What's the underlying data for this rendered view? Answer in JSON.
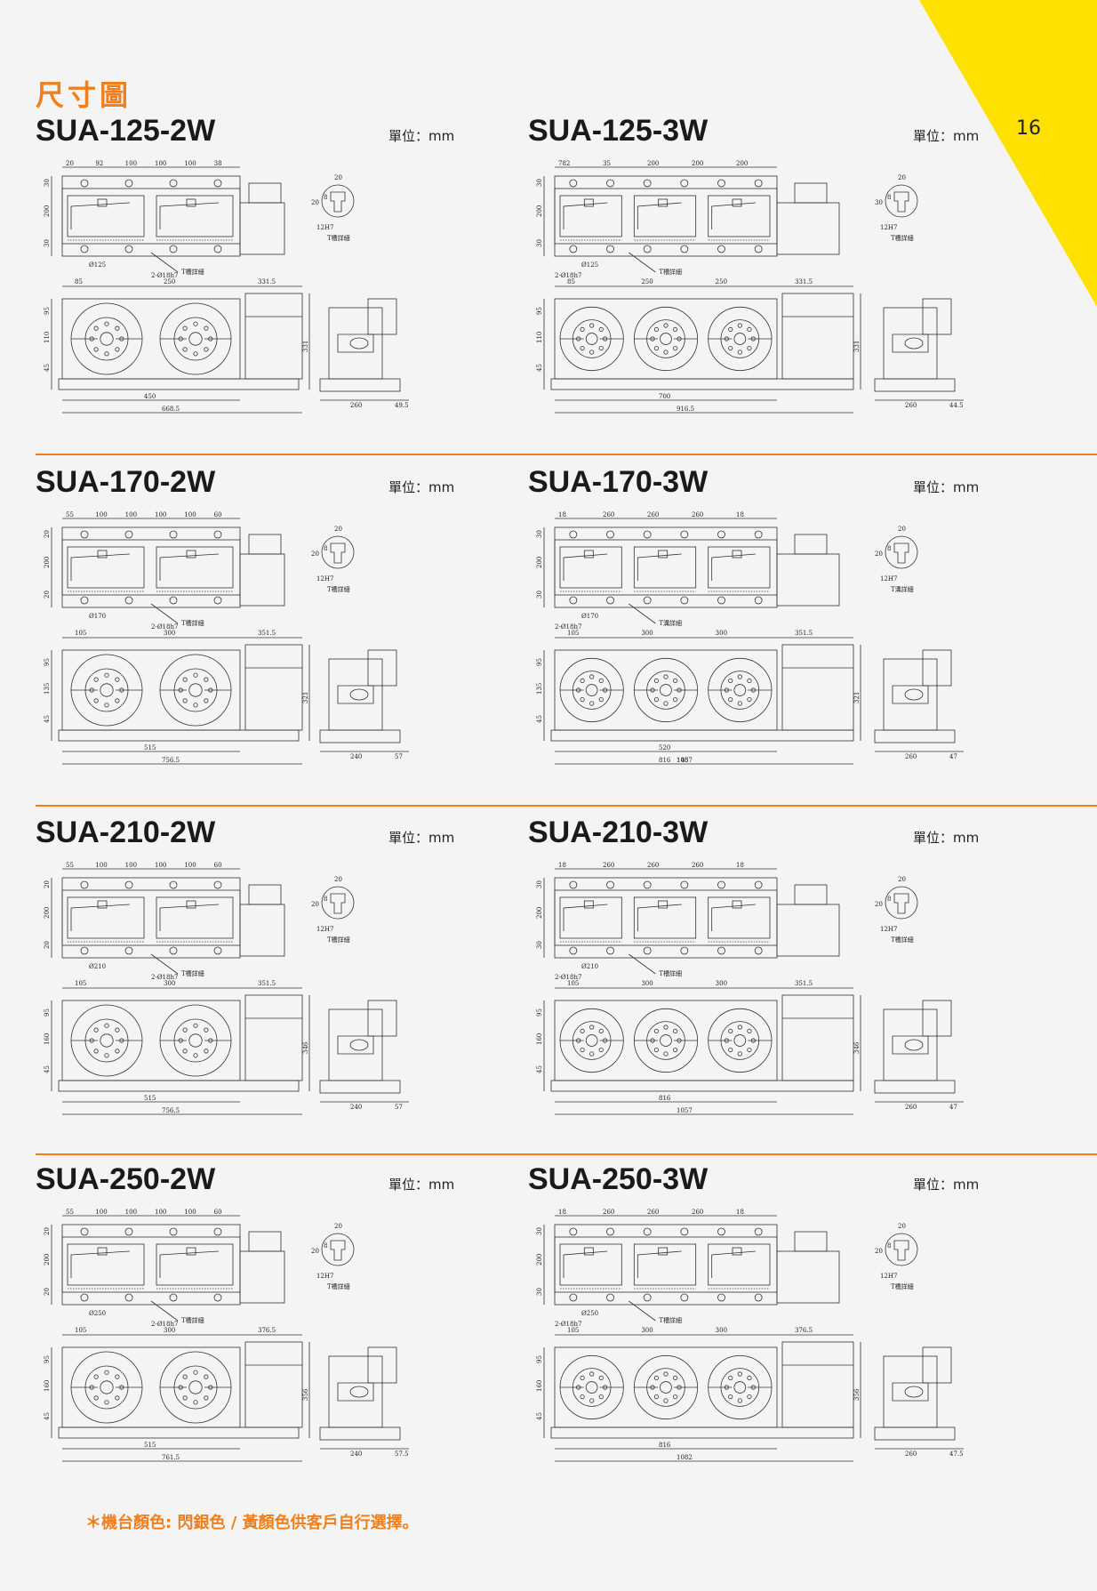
{
  "page": {
    "number": "16",
    "section_title": "尺寸圖",
    "accent_color": "#f07f1c",
    "corner_color": "#ffe100"
  },
  "models": [
    {
      "id": "SUA-125-2W",
      "unit": "單位：mm",
      "t_slot": "T槽詳細",
      "tenon": "2-Ø18h7",
      "dia": "Ø125",
      "top_dims": [
        "20",
        "92",
        "100",
        "100",
        "100",
        "38"
      ],
      "side_dims": [
        "30",
        "200",
        "30"
      ],
      "front_dims": [
        "85",
        "250",
        "331.5"
      ],
      "front_side": [
        "95",
        "110",
        "45"
      ],
      "bottom_dims": [
        "450",
        "668.5"
      ],
      "height": "331",
      "side_bottom": [
        "260",
        "49.5"
      ],
      "detail": [
        "20",
        "20",
        "8",
        "12H7"
      ]
    },
    {
      "id": "SUA-125-3W",
      "unit": "單位：mm",
      "t_slot": "T槽詳細",
      "tenon": "2-Ø18h7",
      "dia": "Ø125",
      "top_dims": [
        "782",
        "35",
        "200",
        "200",
        "200"
      ],
      "side_dims": [
        "30",
        "200",
        "30"
      ],
      "front_dims": [
        "85",
        "250",
        "250",
        "331.5"
      ],
      "front_side": [
        "95",
        "110",
        "45"
      ],
      "bottom_dims": [
        "700",
        "916.5"
      ],
      "height": "331",
      "side_bottom": [
        "260",
        "44.5"
      ],
      "detail": [
        "20",
        "30",
        "8",
        "12H7"
      ]
    },
    {
      "id": "SUA-170-2W",
      "unit": "單位：mm",
      "t_slot": "T槽詳細",
      "tenon": "2-Ø18h7",
      "dia": "Ø170",
      "top_dims": [
        "55",
        "100",
        "100",
        "100",
        "100",
        "60"
      ],
      "side_dims": [
        "20",
        "200",
        "20"
      ],
      "front_dims": [
        "105",
        "300",
        "351.5"
      ],
      "front_side": [
        "95",
        "135",
        "45"
      ],
      "bottom_dims": [
        "515",
        "756.5"
      ],
      "height": "321",
      "side_bottom": [
        "240",
        "57"
      ],
      "detail": [
        "20",
        "20",
        "8",
        "12H7"
      ]
    },
    {
      "id": "SUA-170-3W",
      "unit": "單位：mm",
      "t_slot": "T溝詳細",
      "tenon": "2-Ø18h7",
      "dia": "Ø170",
      "top_dims": [
        "18",
        "260",
        "260",
        "260",
        "18"
      ],
      "side_dims": [
        "30",
        "200",
        "30"
      ],
      "front_dims": [
        "105",
        "300",
        "300",
        "351.5"
      ],
      "front_side": [
        "95",
        "135",
        "45"
      ],
      "bottom_dims": [
        "520",
        "148",
        "816",
        "1057"
      ],
      "height": "321",
      "side_bottom": [
        "260",
        "47"
      ],
      "detail": [
        "20",
        "20",
        "8",
        "12H7"
      ]
    },
    {
      "id": "SUA-210-2W",
      "unit": "單位：mm",
      "t_slot": "T槽詳細",
      "tenon": "2-Ø18h7",
      "dia": "Ø210",
      "top_dims": [
        "55",
        "100",
        "100",
        "100",
        "100",
        "60"
      ],
      "side_dims": [
        "20",
        "200",
        "20"
      ],
      "front_dims": [
        "105",
        "300",
        "351.5"
      ],
      "front_side": [
        "95",
        "160",
        "45"
      ],
      "bottom_dims": [
        "515",
        "756.5"
      ],
      "height": "346",
      "side_bottom": [
        "240",
        "57"
      ],
      "detail": [
        "20",
        "20",
        "8",
        "12H7"
      ]
    },
    {
      "id": "SUA-210-3W",
      "unit": "單位：mm",
      "t_slot": "T槽詳細",
      "tenon": "2-Ø18h7",
      "dia": "Ø210",
      "top_dims": [
        "18",
        "260",
        "260",
        "260",
        "18"
      ],
      "side_dims": [
        "30",
        "200",
        "30"
      ],
      "front_dims": [
        "105",
        "300",
        "300",
        "351.5"
      ],
      "front_side": [
        "95",
        "160",
        "45"
      ],
      "bottom_dims": [
        "816",
        "1057"
      ],
      "height": "346",
      "side_bottom": [
        "260",
        "47"
      ],
      "detail": [
        "20",
        "20",
        "8",
        "12H7"
      ]
    },
    {
      "id": "SUA-250-2W",
      "unit": "單位：mm",
      "t_slot": "T槽詳細",
      "tenon": "2-Ø18h7",
      "dia": "Ø250",
      "top_dims": [
        "55",
        "100",
        "100",
        "100",
        "100",
        "60"
      ],
      "side_dims": [
        "20",
        "200",
        "20"
      ],
      "front_dims": [
        "105",
        "300",
        "376.5"
      ],
      "front_side": [
        "95",
        "160",
        "45"
      ],
      "bottom_dims": [
        "515",
        "761.5"
      ],
      "height": "356",
      "side_bottom": [
        "240",
        "57.5"
      ],
      "detail": [
        "20",
        "20",
        "8",
        "12H7"
      ]
    },
    {
      "id": "SUA-250-3W",
      "unit": "單位：mm",
      "t_slot": "T槽詳細",
      "tenon": "2-Ø18h7",
      "dia": "Ø250",
      "top_dims": [
        "18",
        "260",
        "260",
        "260",
        "18"
      ],
      "side_dims": [
        "30",
        "200",
        "30"
      ],
      "front_dims": [
        "105",
        "300",
        "300",
        "376.5"
      ],
      "front_side": [
        "95",
        "160",
        "45"
      ],
      "bottom_dims": [
        "816",
        "1082"
      ],
      "height": "356",
      "side_bottom": [
        "260",
        "47.5"
      ],
      "detail": [
        "20",
        "20",
        "8",
        "12H7"
      ]
    }
  ],
  "footnote": "＊機台顏色: 閃銀色 / 黃顏色供客戶自行選擇。"
}
